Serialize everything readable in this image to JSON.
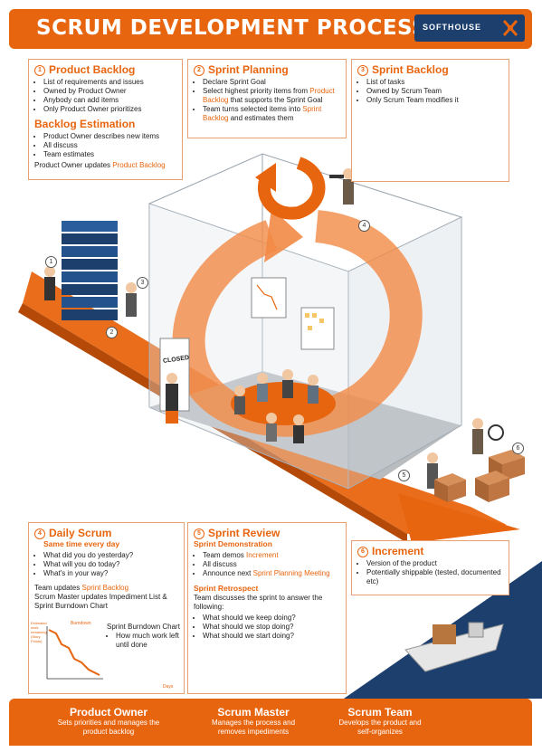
{
  "header": {
    "title": "SCRUM DEVELOPMENT PROCESS",
    "logo": "SOFTHOUSE"
  },
  "boxes": {
    "product_backlog": {
      "num": "1",
      "title": "Product Backlog",
      "items": [
        "List of requirements and issues",
        "Owned by Product Owner",
        "Anybody can add items",
        "Only Product Owner prioritizes"
      ],
      "sub_title": "Backlog Estimation",
      "sub_items": [
        "Product Owner describes new items",
        "All discuss",
        "Team estimates"
      ],
      "note_prefix": "Product Owner updates ",
      "note_link": "Product Backlog"
    },
    "sprint_planning": {
      "num": "2",
      "title": "Sprint Planning",
      "item1": "Declare Sprint Goal",
      "item2_a": "Select highest priority items from ",
      "item2_link": "Product Backlog",
      "item2_b": " that supports the Sprint Goal",
      "item3_a": "Team turns selected items into ",
      "item3_link": "Sprint Backlog",
      "item3_b": " and estimates them"
    },
    "sprint_backlog": {
      "num": "3",
      "title": "Sprint Backlog",
      "items": [
        "List of tasks",
        "Owned by Scrum Team",
        "Only Scrum Team modifies it"
      ]
    },
    "daily_scrum": {
      "num": "4",
      "title": "Daily Scrum",
      "subtitle": "Same time every day",
      "items": [
        "What did you do yesterday?",
        "What will you do today?",
        "What's in your way?"
      ],
      "line1_a": "Team updates ",
      "line1_link": "Sprint Backlog",
      "line2": "Scrum Master updates Impediment List & Sprint Burndown Chart",
      "chart_label": "Sprint Burndown Chart",
      "chart_bullet": "How much work left until done",
      "chart_ylabel": "Estimated work remaining (Story Points)",
      "chart_title": "Burndown",
      "chart_xlabel": "Days"
    },
    "sprint_review": {
      "num": "5",
      "title": "Sprint Review",
      "sub1": "Sprint Demonstration",
      "item1_a": "Team demos ",
      "item1_link": "Increment",
      "item2": "All discuss",
      "item3_a": "Announce next ",
      "item3_link": "Sprint Planning Meeting",
      "sub2": "Sprint Retrospect",
      "text": "Team discusses the sprint to answer the following:",
      "items2": [
        "What should we keep doing?",
        "What should we stop doing?",
        "What should we start doing?"
      ]
    },
    "increment": {
      "num": "6",
      "title": "Increment",
      "items": [
        "Version of the product",
        "Potentially shippable (tested, documented etc)"
      ]
    }
  },
  "scene": {
    "closed_sign": "CLOSED",
    "markers": [
      "1",
      "2",
      "3",
      "4",
      "5",
      "6"
    ]
  },
  "footer": {
    "roles": [
      {
        "title": "Product Owner",
        "desc": "Sets priorities and manages the product backlog"
      },
      {
        "title": "Scrum Master",
        "desc": "Manages the process and removes impediments"
      },
      {
        "title": "Scrum Team",
        "desc": "Develops the product and self-organizes"
      }
    ]
  },
  "colors": {
    "accent": "#e8650f",
    "navy": "#1c3f6e"
  },
  "icons": [
    "softhouse-logo-icon",
    "server-stack-icon",
    "person-icon",
    "box-icon",
    "ship-icon",
    "circular-arrow-icon"
  ]
}
